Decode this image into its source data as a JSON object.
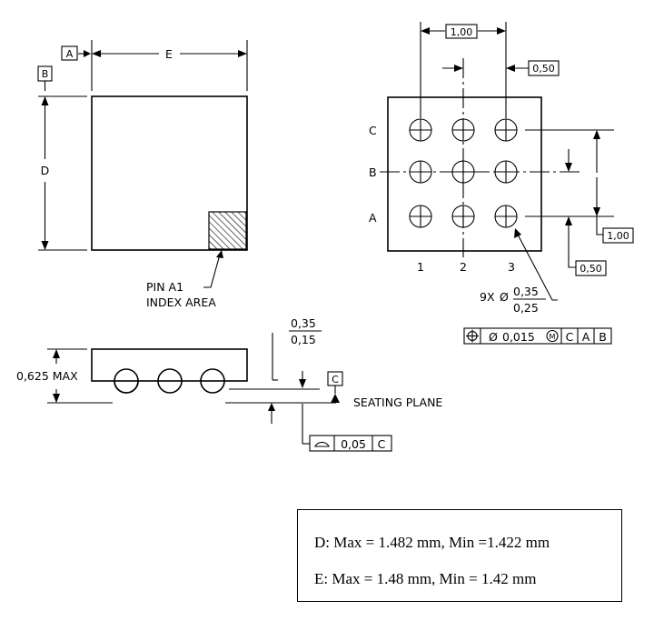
{
  "top_view": {
    "datum_a": "A",
    "datum_b": "B",
    "dim_e": "E",
    "dim_d": "D",
    "pin_label_line1": "PIN A1",
    "pin_label_line2": "INDEX AREA"
  },
  "bottom_view": {
    "pitch_top": "1,00",
    "pitch_right": "1,00",
    "offset_top": "0,50",
    "offset_right": "0,50",
    "row_labels": [
      "C",
      "B",
      "A"
    ],
    "col_labels": [
      "1",
      "2",
      "3"
    ],
    "ball_count": "9X",
    "ball_dia_symbol": "Ø",
    "ball_dia_max": "0,35",
    "ball_dia_min": "0,25",
    "position_tol": {
      "symbol": "⌖",
      "dia": "Ø",
      "value": "0,015",
      "modifier": "M",
      "ref1": "C",
      "ref2": "A",
      "ref3": "B"
    }
  },
  "side_view": {
    "height": "0,625 MAX",
    "standoff_max": "0,35",
    "standoff_min": "0,15",
    "datum_c": "C",
    "seating_plane": "SEATING PLANE",
    "flatness": {
      "value": "0,05",
      "ref": "C"
    }
  },
  "dimensions": {
    "d_line": "D: Max = 1.482 mm, Min =1.422 mm",
    "e_line": "E: Max =  1.48 mm, Min = 1.42 mm"
  }
}
